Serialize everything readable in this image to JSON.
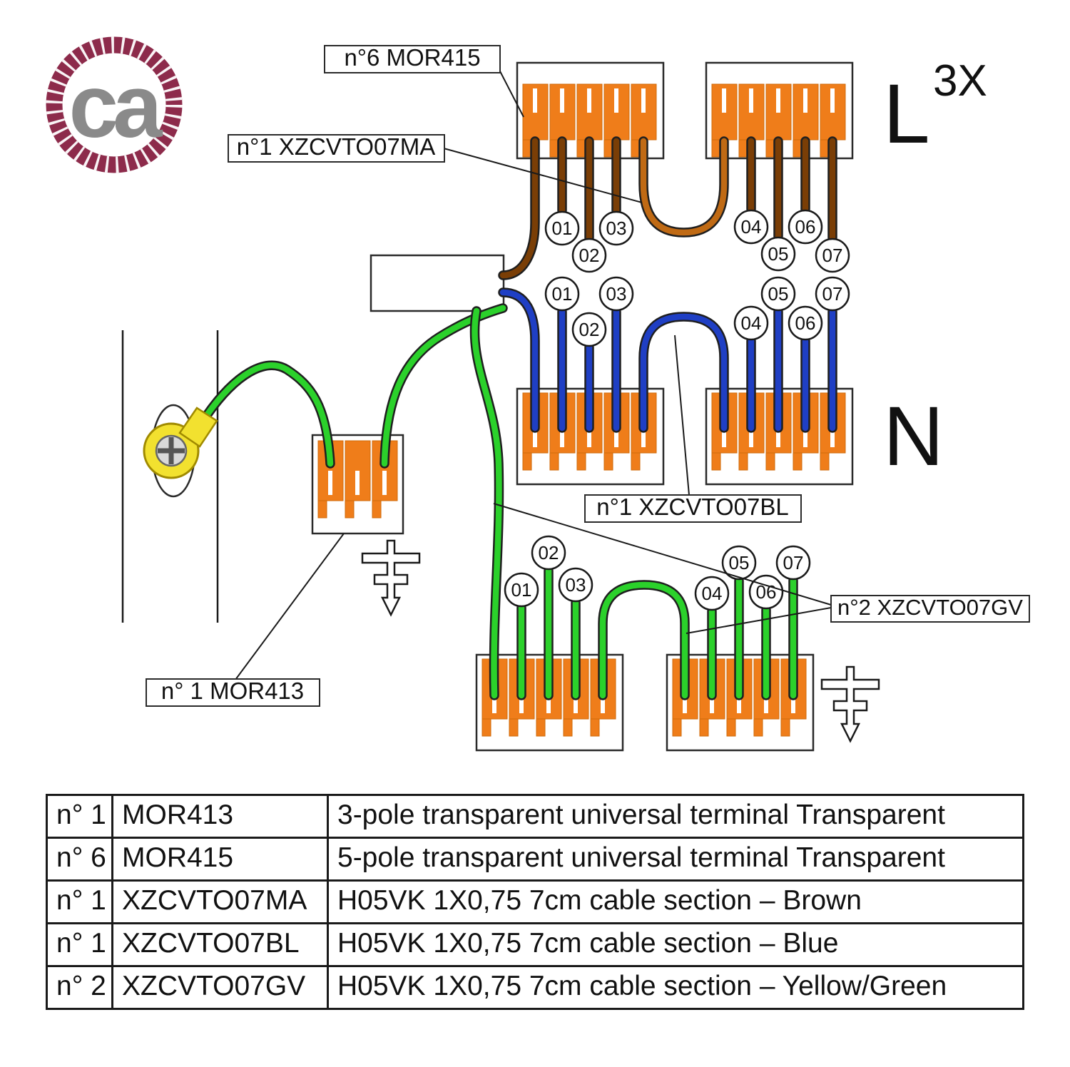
{
  "logo": {
    "text": "ca"
  },
  "annotations": {
    "mor415": "n°6 MOR415",
    "xzcvto07ma": "n°1 XZCVTO07MA",
    "xzcvto07bl": "n°1 XZCVTO07BL",
    "xzcvto07gv": "n°2 XZCVTO07GV",
    "mor413": "n° 1  MOR413",
    "line_l": "L",
    "line_l_multiplier": "3X",
    "line_n": "N"
  },
  "wire_numbers": [
    "01",
    "02",
    "03",
    "04",
    "05",
    "06",
    "07"
  ],
  "colors": {
    "orange": "#EF7D1A",
    "brown_dark": "#7A3E06",
    "brown_light": "#C06A14",
    "blue": "#1F3FC4",
    "green": "#2BD12B",
    "yellow": "#F2E12F",
    "maroon": "#8D2B4B",
    "logo_gray": "#8A8A8A"
  },
  "table": {
    "rows": [
      {
        "qty": "n° 1",
        "code": "MOR413",
        "desc": "3-pole transparent universal terminal Transparent"
      },
      {
        "qty": "n° 6",
        "code": "MOR415",
        "desc": "5-pole transparent universal terminal Transparent"
      },
      {
        "qty": "n° 1",
        "code": "XZCVTO07MA",
        "desc": "H05VK 1X0,75 7cm cable section – Brown"
      },
      {
        "qty": "n° 1",
        "code": "XZCVTO07BL",
        "desc": "H05VK 1X0,75 7cm cable section – Blue"
      },
      {
        "qty": "n° 2",
        "code": "XZCVTO07GV",
        "desc": "H05VK 1X0,75 7cm cable section – Yellow/Green"
      }
    ]
  }
}
